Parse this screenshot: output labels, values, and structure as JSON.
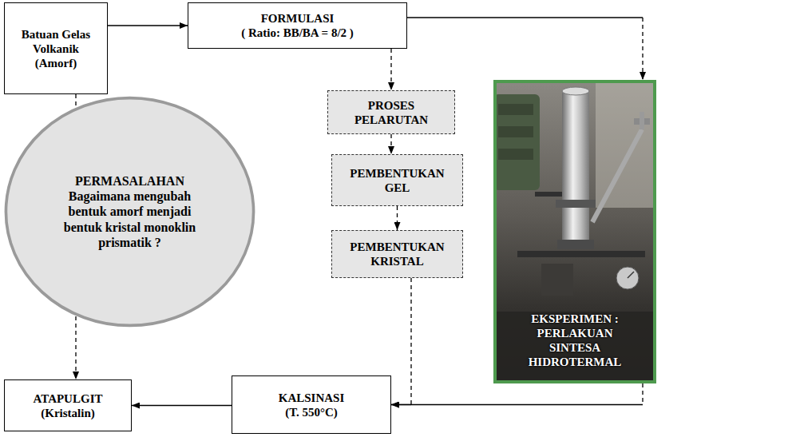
{
  "diagram": {
    "nodes": [
      {
        "text": [
          "Batuan Gelas Volkanik",
          "(Amorf)"
        ]
      },
      {
        "text": [
          "FORMULASI",
          "( Ratio: BB/BA = 8/2 )"
        ]
      },
      {
        "text": [
          "PROSES PELARUTAN"
        ]
      },
      {
        "text": [
          "PEMBENTUKAN GEL"
        ]
      },
      {
        "text": [
          "PEMBENTUKAN KRISTAL"
        ]
      },
      {
        "text": [
          "PERMASALAHAN",
          "Bagaimana mengubah bentuk amorf menjadi bentuk kristal monoklin prismatik ?"
        ]
      },
      {
        "text": [
          "EKSPERIMEN : PERLAKUAN SINTESA HIDROTERMAL"
        ]
      },
      {
        "text": [
          "ATAPULGIT",
          "(Kristalin)"
        ]
      },
      {
        "text": [
          "KALSINASI",
          "(T. 550°C)"
        ]
      }
    ],
    "edges": [
      {
        "from": 0,
        "to": 1,
        "arrow": "to"
      },
      {
        "from": 1,
        "to": 2,
        "arrow": "to"
      },
      {
        "from": 1,
        "to": 6,
        "arrow": "to"
      },
      {
        "from": 2,
        "to": 3,
        "arrow": "to"
      },
      {
        "from": 3,
        "to": 4,
        "arrow": "to"
      },
      {
        "from": 4,
        "to": 8,
        "arrow": "to"
      },
      {
        "from": 6,
        "to": 8,
        "arrow": "to"
      },
      {
        "from": 8,
        "to": 7,
        "arrow": "to"
      },
      {
        "from": 0,
        "to": 5,
        "arrow": "none"
      },
      {
        "from": 5,
        "to": 7,
        "arrow": "to"
      }
    ]
  }
}
